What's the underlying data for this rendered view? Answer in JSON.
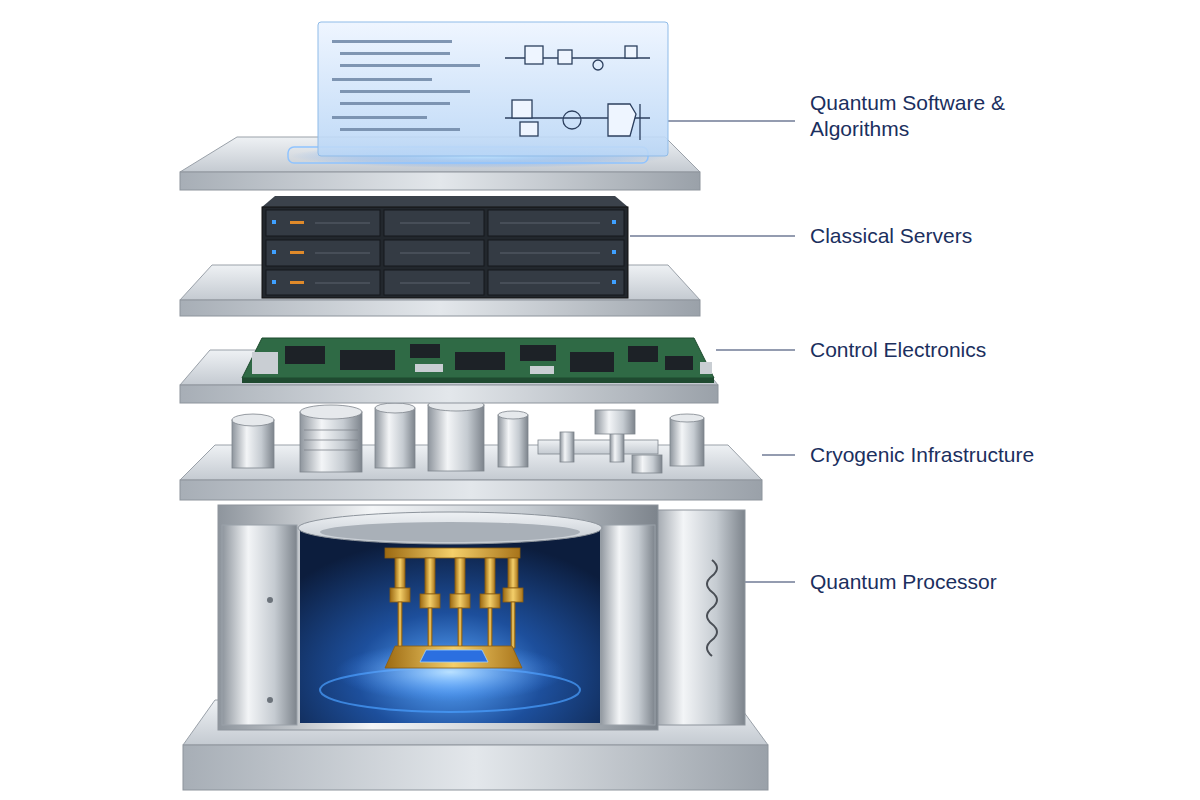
{
  "diagram": {
    "labels": [
      "Quantum Software & Algorithms",
      "Classical Servers",
      "Control Electronics",
      "Cryogenic Infrastructure",
      "Quantum Processor"
    ]
  }
}
